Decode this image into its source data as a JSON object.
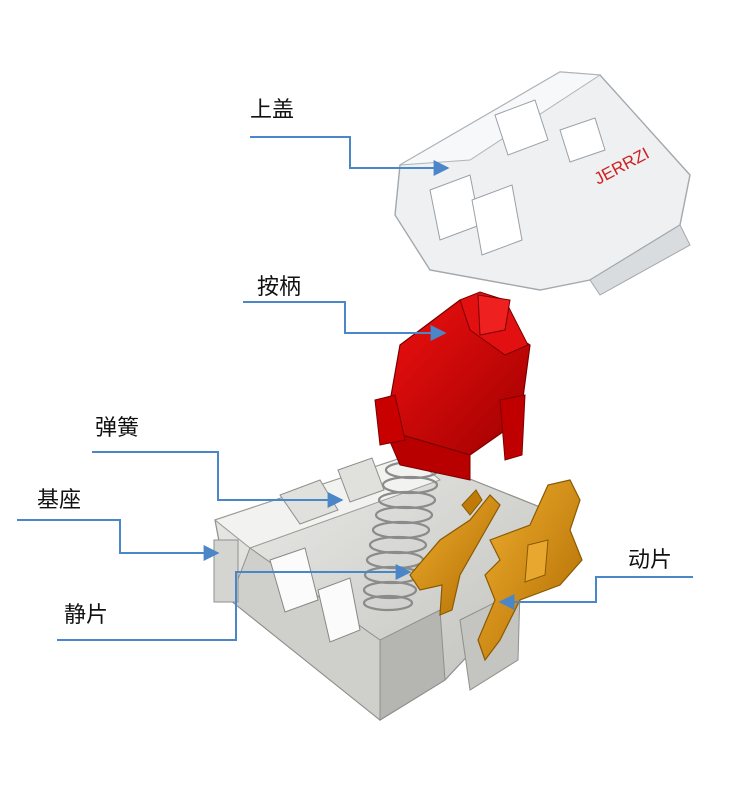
{
  "labels": {
    "top_cover": "上盖",
    "plunger": "按柄",
    "spring": "弹簧",
    "base": "基座",
    "static_contact": "静片",
    "moving_contact": "动片"
  },
  "brand_text": "JERRZI",
  "colors": {
    "leader_line": "#4a86c8",
    "plunger_red": "#d40000",
    "contact_gold": "#d08a12",
    "housing_gray": "#d9d9d6",
    "cover_clear": "#eef0f2"
  }
}
